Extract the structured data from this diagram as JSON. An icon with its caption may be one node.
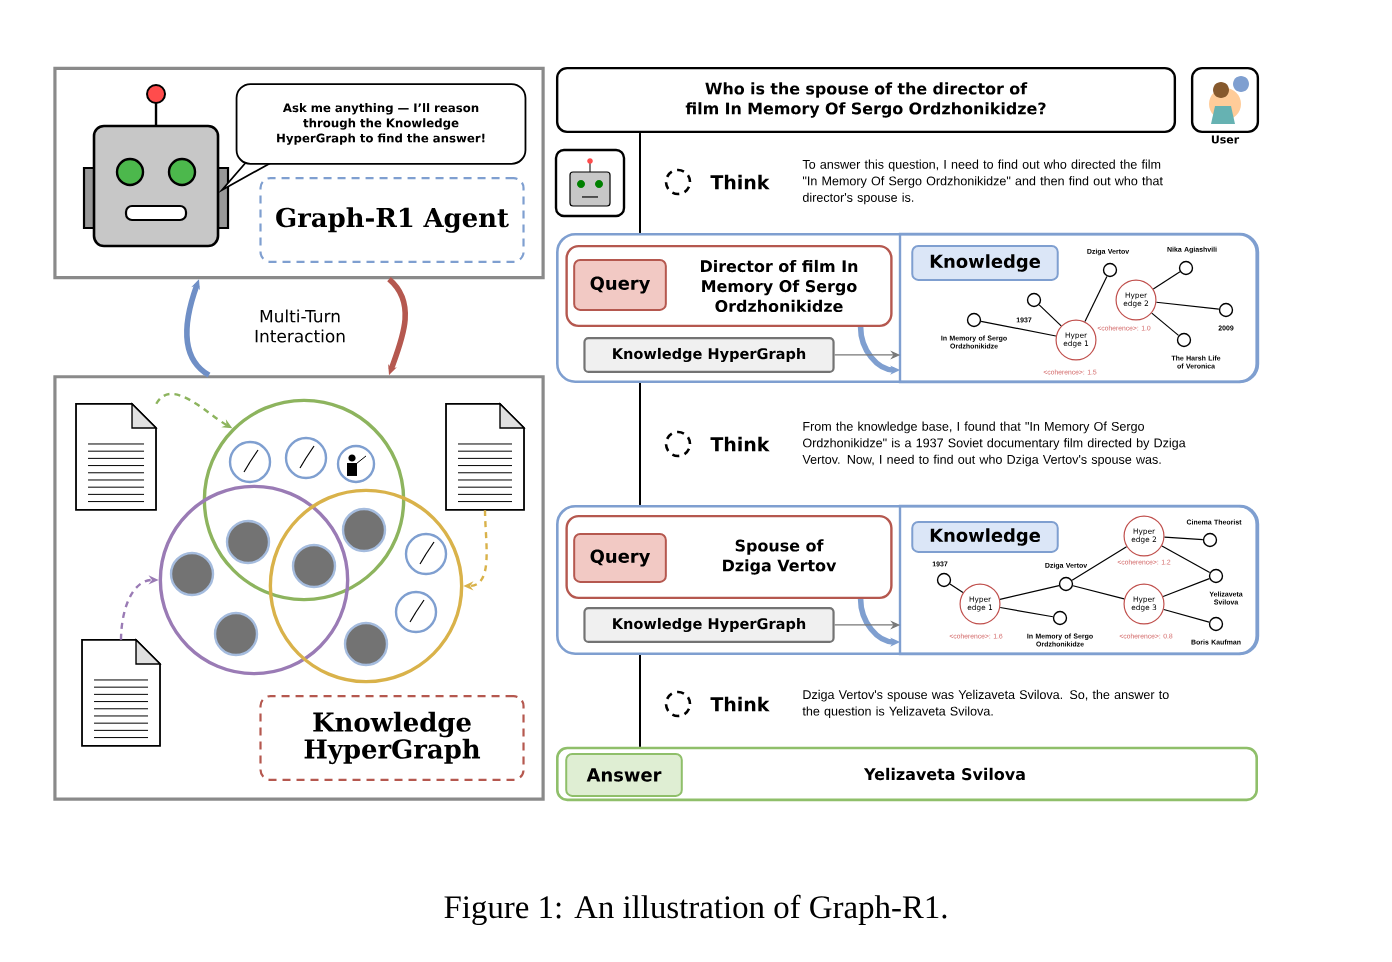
{
  "diagram": {
    "caption": "Figure 1: An illustration of Graph-R1.",
    "nodes": [
      {
        "text": [],
        "shape": "box"
      },
      {
        "text": [
          "Ask me anything — I’ll reason through the Knowledge HyperGraph to find the answer!"
        ],
        "in": 0
      },
      {
        "text": [
          "Graph-R1 Agent"
        ],
        "in": 0
      },
      {
        "text": [],
        "shape": "box"
      },
      {
        "text": [
          "Knowledge HyperGraph"
        ],
        "in": 3
      },
      {
        "text": [],
        "shape": "picture",
        "in": 3
      },
      {
        "text": [],
        "shape": "picture",
        "in": 3
      },
      {
        "text": [],
        "shape": "picture",
        "in": 3
      },
      {
        "text": [],
        "shape": "circle",
        "in": 3
      },
      {
        "text": [],
        "shape": "circle",
        "in": 3
      },
      {
        "text": [],
        "shape": "circle",
        "in": 3
      },
      {
        "text": [
          "Who is the spouse of the director of film In Memory Of Sergo Ordzhonikidze?"
        ]
      },
      {
        "text": [
          "User"
        ]
      },
      {
        "text": [],
        "shape": "box"
      },
      {
        "text": [
          "Director of film In Memory Of Sergo Ordzhonikidze"
        ],
        "in": 13
      },
      {
        "text": [
          "Query"
        ],
        "in": 14
      },
      {
        "text": [
          "Knowledge HyperGraph"
        ],
        "in": 13
      },
      {
        "text": [],
        "shape": "box",
        "in": 13
      },
      {
        "text": [
          "Knowledge"
        ],
        "in": 17
      },
      {
        "text": [
          "Hyper edge 1"
        ],
        "beside": [
          "<coherence>: 1.5"
        ],
        "in": 17
      },
      {
        "text": [
          "Hyper edge 2"
        ],
        "beside": [
          "<coherence>: 1.0"
        ],
        "in": 17
      },
      {
        "text": [],
        "shape": "circle",
        "beside": [
          "Dziga Vertov"
        ],
        "in": 17
      },
      {
        "text": [],
        "shape": "circle",
        "beside": [
          "Nika Agiashvili"
        ],
        "in": 17
      },
      {
        "text": [],
        "shape": "circle",
        "beside": [
          "1937"
        ],
        "in": 17
      },
      {
        "text": [],
        "shape": "circle",
        "beside": [
          "In Memory of Sergo Ordzhonikidze"
        ],
        "in": 17
      },
      {
        "text": [],
        "shape": "circle",
        "beside": [
          "2009"
        ],
        "in": 17
      },
      {
        "text": [],
        "shape": "circle",
        "beside": [
          "The Harsh Life of Veronica"
        ],
        "in": 17
      },
      {
        "text": [],
        "shape": "box"
      },
      {
        "text": [
          "Spouse of Dziga Vertov"
        ],
        "in": 27
      },
      {
        "text": [
          "Query"
        ],
        "in": 28
      },
      {
        "text": [
          "Knowledge HyperGraph"
        ],
        "in": 27
      },
      {
        "text": [],
        "shape": "box",
        "in": 27
      },
      {
        "text": [
          "Knowledge"
        ],
        "in": 31
      },
      {
        "text": [
          "Hyper edge 1"
        ],
        "beside": [
          "<coherence>: 1.6"
        ],
        "in": 31
      },
      {
        "text": [
          "Hyper edge 2"
        ],
        "beside": [
          "<coherence>: 1.2"
        ],
        "in": 31
      },
      {
        "text": [
          "Hyper edge 3"
        ],
        "beside": [
          "<coherence>: 0.8"
        ],
        "in": 31
      },
      {
        "text": [],
        "shape": "circle",
        "beside": [
          "1937"
        ],
        "in": 31
      },
      {
        "text": [],
        "shape": "circle",
        "beside": [
          "Dziga Vertov"
        ],
        "in": 31
      },
      {
        "text": [],
        "shape": "circle",
        "beside": [
          "In Memory of Sergo Ordzhonikidze"
        ],
        "in": 31
      },
      {
        "text": [],
        "shape": "circle",
        "beside": [
          "Cinema Theorist"
        ],
        "in": 31
      },
      {
        "text": [],
        "shape": "circle",
        "beside": [
          "Yelizaveta Svilova"
        ],
        "in": 31
      },
      {
        "text": [],
        "shape": "circle",
        "beside": [
          "Boris Kaufman"
        ],
        "in": 31
      },
      {
        "text": [
          "Yelizaveta Svilova"
        ]
      },
      {
        "text": [
          "Answer"
        ],
        "in": 42
      }
    ],
    "edges": [
      {
        "from": 3,
        "to": 0,
        "arrow": "to",
        "style": "thick",
        "color": "#6f8fc6"
      },
      {
        "from": 0,
        "to": 3,
        "arrow": "to",
        "style": "thick",
        "color": "#b5584f"
      },
      {
        "from": 5,
        "to": 8,
        "arrow": "to",
        "style": "dashed",
        "color": "#8db45e"
      },
      {
        "from": 6,
        "to": 10,
        "arrow": "to",
        "style": "dashed",
        "color": "#d9b24a"
      },
      {
        "from": 7,
        "to": 9,
        "arrow": "to",
        "style": "dashed",
        "color": "#9a7bb5"
      },
      {
        "from": 14,
        "to": 17,
        "arrow": "to",
        "style": "thick",
        "color": "#7f9fd0"
      },
      {
        "from": 16,
        "to": 17,
        "arrow": "to",
        "color": "#777777"
      },
      {
        "from": 19,
        "to": 24,
        "arrow": "none"
      },
      {
        "from": 19,
        "to": 23,
        "arrow": "none"
      },
      {
        "from": 19,
        "to": 21,
        "arrow": "none"
      },
      {
        "from": 20,
        "to": 22,
        "arrow": "none"
      },
      {
        "from": 20,
        "to": 25,
        "arrow": "none"
      },
      {
        "from": 20,
        "to": 26,
        "arrow": "none"
      },
      {
        "from": 28,
        "to": 31,
        "arrow": "to",
        "style": "thick",
        "color": "#7f9fd0"
      },
      {
        "from": 30,
        "to": 31,
        "arrow": "to",
        "color": "#777777"
      },
      {
        "from": 33,
        "to": 36,
        "arrow": "none"
      },
      {
        "from": 33,
        "to": 37,
        "arrow": "none"
      },
      {
        "from": 33,
        "to": 38,
        "arrow": "none"
      },
      {
        "from": 37,
        "to": 34,
        "arrow": "none"
      },
      {
        "from": 34,
        "to": 39,
        "arrow": "none"
      },
      {
        "from": 34,
        "to": 40,
        "arrow": "none"
      },
      {
        "from": 37,
        "to": 35,
        "arrow": "none"
      },
      {
        "from": 35,
        "to": 40,
        "arrow": "none"
      },
      {
        "from": 35,
        "to": 41,
        "arrow": "none"
      },
      {
        "from": 11,
        "to": 13,
        "arrow": "none"
      },
      {
        "from": 13,
        "to": 27,
        "arrow": "none"
      },
      {
        "from": 27,
        "to": 42,
        "arrow": "none"
      }
    ],
    "labels": [
      "Multi-Turn Interaction",
      "Think",
      "To answer this question, I need to find out who directed the film \"In Memory Of Sergo Ordzhonikidze\" and then find out who that director's spouse is.",
      "Think",
      "From the knowledge base, I found that \"In Memory Of Sergo Ordzhonikidze\" is a 1937 Soviet documentary film directed by Dziga Vertov. Now, I need to find out who Dziga Vertov's spouse was.",
      "Think",
      "Dziga Vertov's spouse was Yelizaveta Svilova. So, the answer to the question is Yelizaveta Svilova."
    ]
  }
}
